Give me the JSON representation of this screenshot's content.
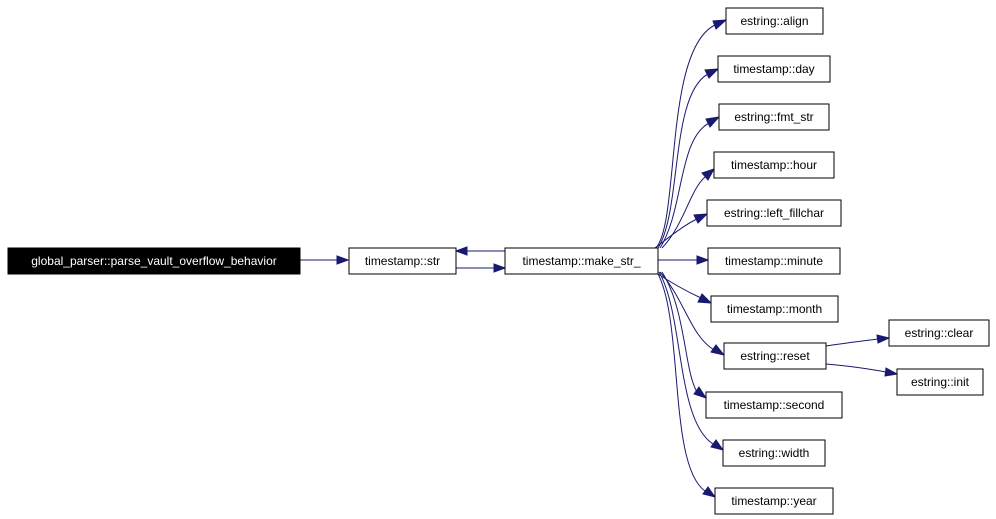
{
  "graph": {
    "edge_color": "#191970",
    "root_fill": "#000000",
    "root_text_color": "#ffffff",
    "nodes": {
      "root": "global_parser::parse_vault_overflow_behavior",
      "str": "timestamp::str",
      "make": "timestamp::make_str_",
      "align": "estring::align",
      "day": "timestamp::day",
      "fmt": "estring::fmt_str",
      "hour": "timestamp::hour",
      "left": "estring::left_fillchar",
      "minute": "timestamp::minute",
      "month": "timestamp::month",
      "reset": "estring::reset",
      "second": "timestamp::second",
      "width": "estring::width",
      "year": "timestamp::year",
      "clear": "estring::clear",
      "init": "estring::init"
    }
  }
}
